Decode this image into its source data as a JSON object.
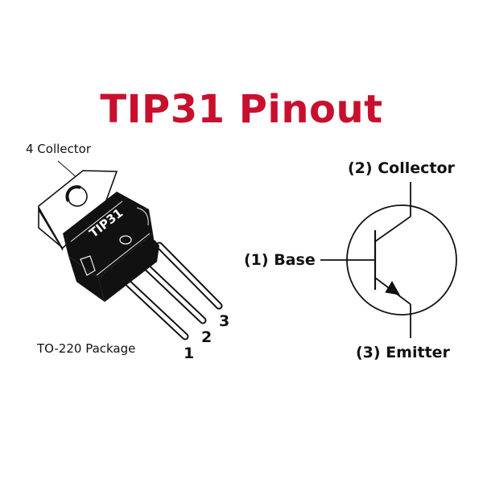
{
  "title": {
    "text": "TIP31 Pinout",
    "color": "#c8102e"
  },
  "package": {
    "name": "TO-220 Package",
    "body_marking": "TIP31",
    "tab_label": "4 Collector",
    "pin_numbers": [
      "1",
      "2",
      "3"
    ]
  },
  "schematic": {
    "type": "NPN transistor",
    "collector_label": "(2) Collector",
    "base_label": "(1) Base",
    "emitter_label": "(3) Emitter"
  },
  "colors": {
    "line": "#111111",
    "body": "#111111",
    "background": "#ffffff"
  }
}
